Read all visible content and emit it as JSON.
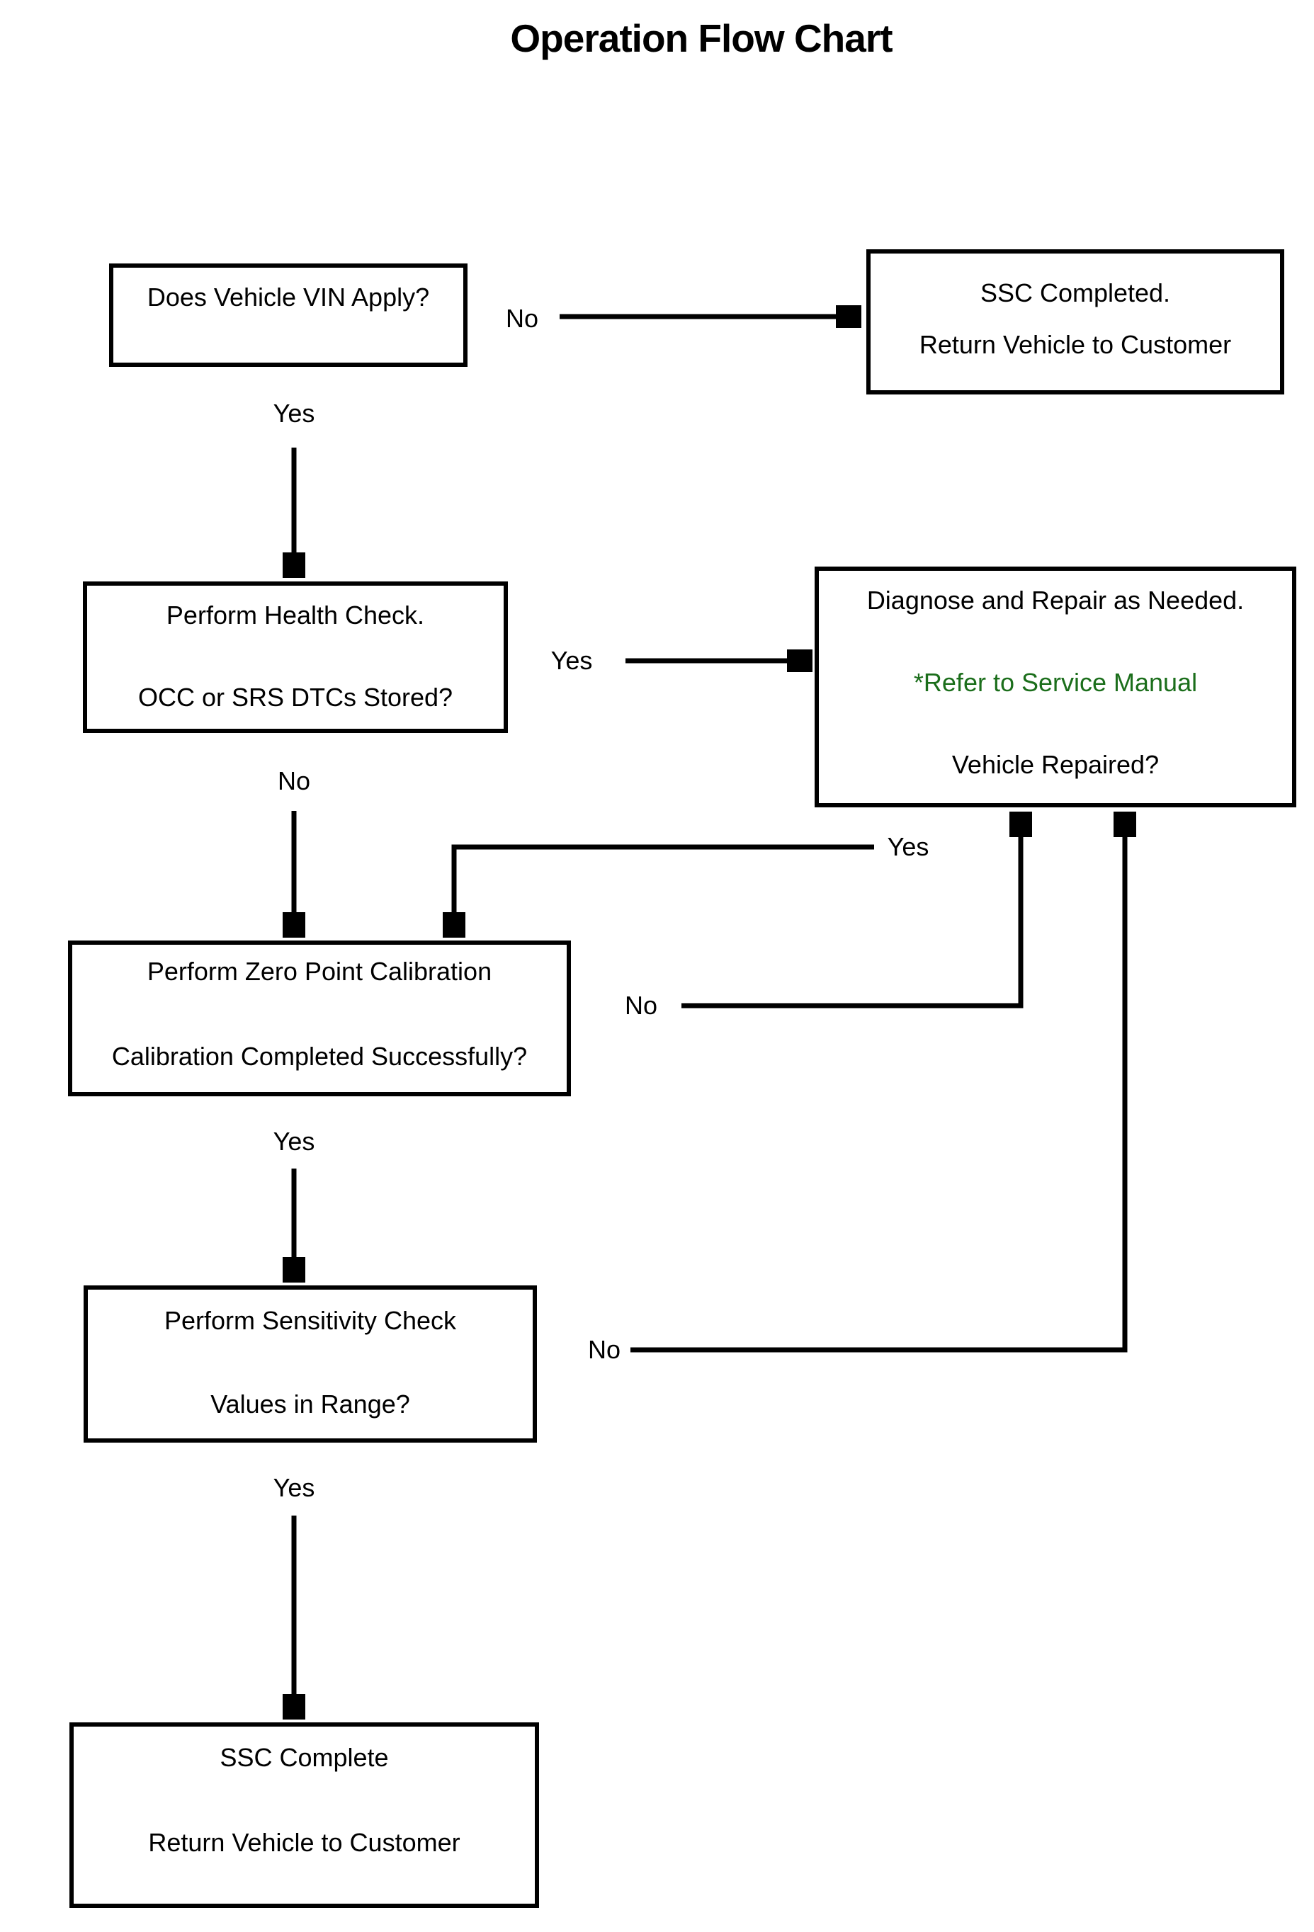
{
  "title": "Operation Flow Chart",
  "colors": {
    "text": "#000000",
    "accent_green": "#1b6e1b",
    "background": "#ffffff"
  },
  "boxes": {
    "vin": {
      "lines": [
        "Does Vehicle VIN Apply?"
      ]
    },
    "ssc_completed": {
      "lines": [
        "SSC Completed.",
        "Return Vehicle to Customer"
      ]
    },
    "health_check": {
      "lines": [
        "Perform Health Check.",
        "OCC or SRS DTCs Stored?"
      ]
    },
    "diagnose": {
      "lines": [
        "Diagnose and Repair as Needed.",
        "*Refer to Service Manual",
        "Vehicle Repaired?"
      ]
    },
    "zero_point": {
      "lines": [
        "Perform Zero Point Calibration",
        "Calibration Completed Successfully?"
      ]
    },
    "sensitivity": {
      "lines": [
        "Perform Sensitivity Check",
        "Values in Range?"
      ]
    },
    "ssc_complete": {
      "lines": [
        "SSC Complete",
        "Return Vehicle to Customer"
      ]
    }
  },
  "labels": {
    "vin_no": "No",
    "vin_yes": "Yes",
    "health_yes": "Yes",
    "health_no": "No",
    "diagnose_yes": "Yes",
    "zero_no": "No",
    "zero_yes": "Yes",
    "sensitivity_no": "No",
    "sensitivity_yes": "Yes"
  }
}
